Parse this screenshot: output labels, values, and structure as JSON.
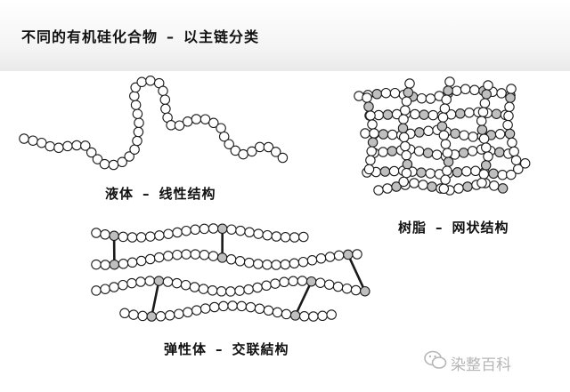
{
  "title": {
    "main": "不同的有机硅化合物",
    "dash": "–",
    "sub": "以主链分类"
  },
  "captions": {
    "linear": {
      "name": "液体",
      "dash": "–",
      "structure": "线性结构"
    },
    "network": {
      "name": "树脂",
      "dash": "–",
      "structure": "网状结构"
    },
    "elastic": {
      "name": "弹性体",
      "dash": "–",
      "structure": "交联結构"
    }
  },
  "watermark": {
    "text": "染整百科",
    "icon": "wechat-icon"
  },
  "colors": {
    "bead_fill": "#ffffff",
    "bead_stroke": "#1a1a1a",
    "node_fill": "#bfbfbf",
    "watermark": "#b5b5b5"
  }
}
